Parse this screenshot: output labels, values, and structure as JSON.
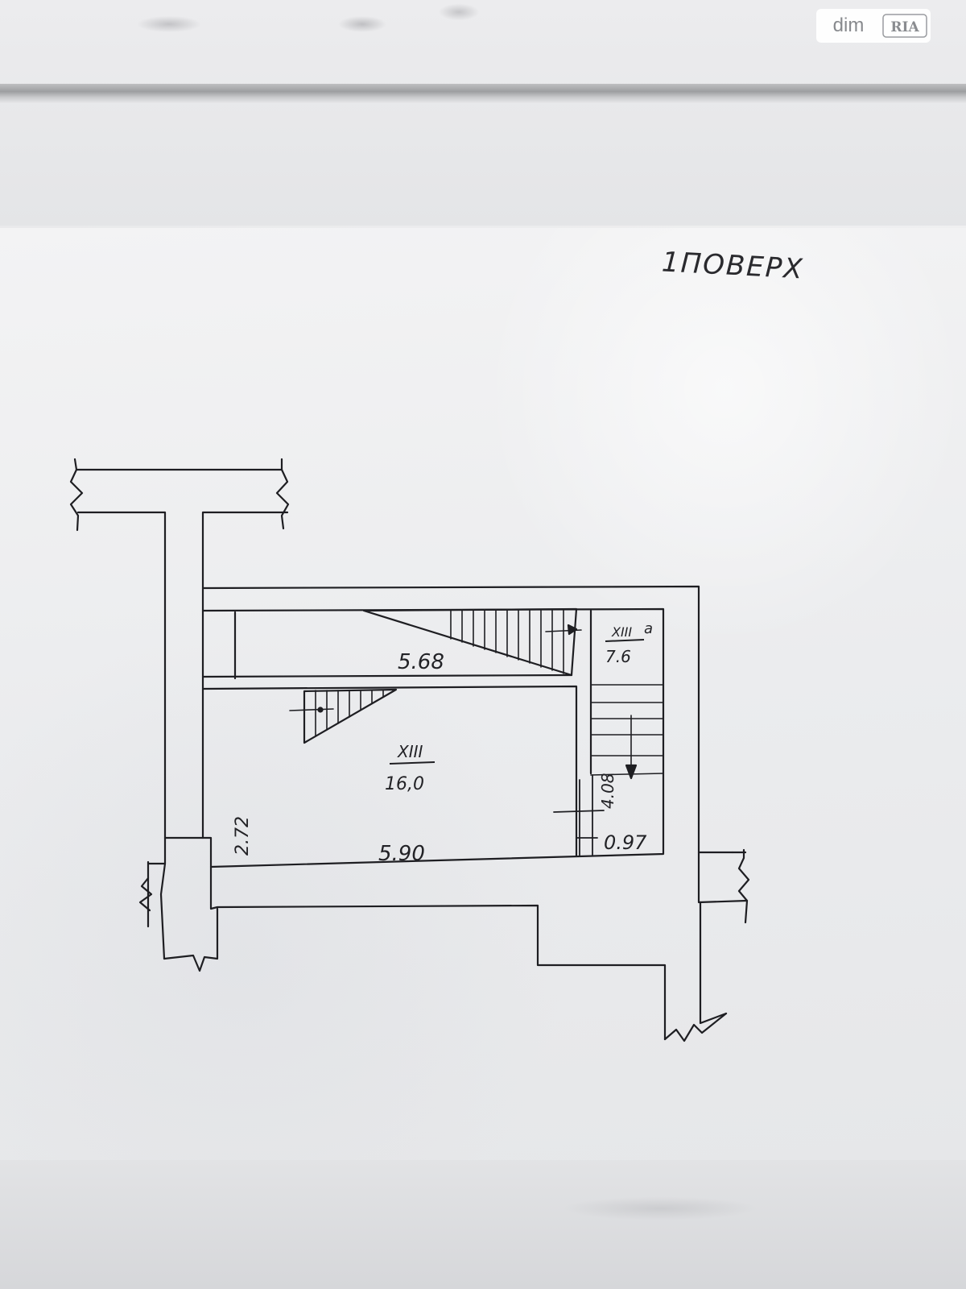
{
  "logo": {
    "dim": "dim",
    "ria": "RIA"
  },
  "plan": {
    "title": "1ПОВЕРХ",
    "room_main": {
      "number": "XIII",
      "area": "16,0"
    },
    "room_a": {
      "number": "XIII",
      "suffix": "a",
      "area": "7.6"
    },
    "dimensions": {
      "upper_length": "5.68",
      "lower_length": "5.90",
      "left_height": "2.72",
      "right_height": "4.08",
      "right_width": "0.97"
    }
  }
}
